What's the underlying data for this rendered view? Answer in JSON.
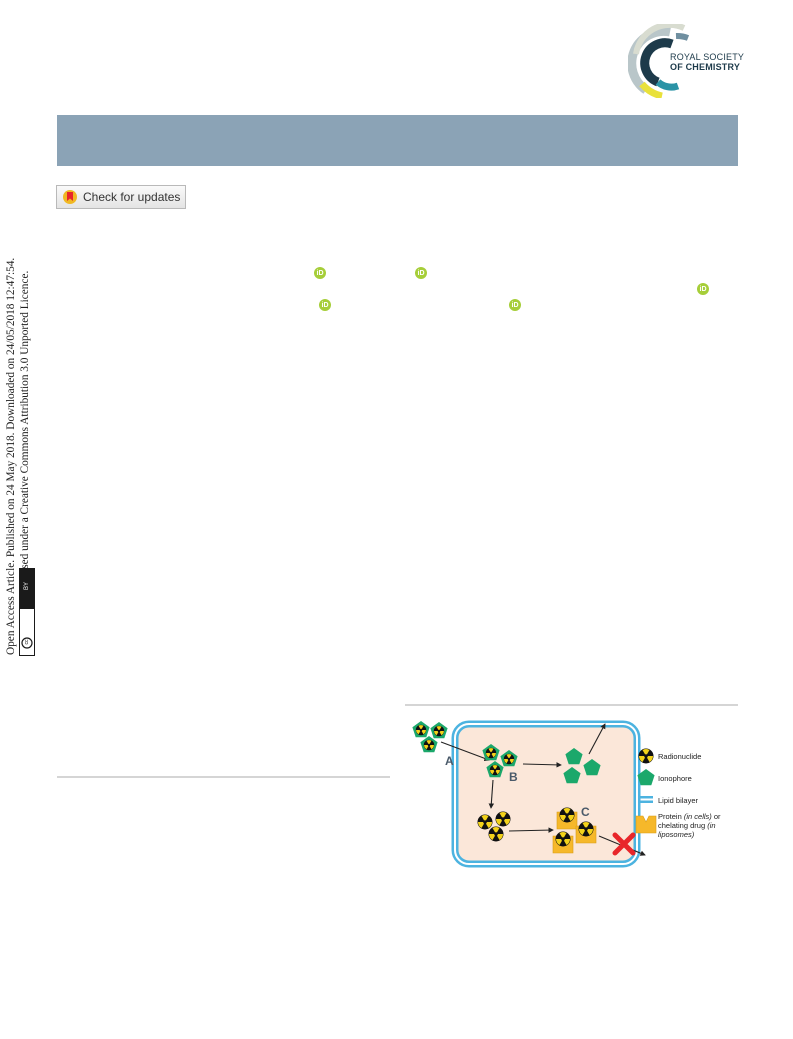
{
  "publisher": {
    "logo_line1": "ROYAL SOCIETY",
    "logo_line2": "OF CHEMISTRY",
    "brand_colors": [
      "#1d3a4a",
      "#6f8fa0",
      "#b9c6c9",
      "#e9e13b",
      "#2a93a6"
    ]
  },
  "check_updates": {
    "label": "Check for updates",
    "icon": "bookmark-icon"
  },
  "side_text": {
    "line1": "Open Access Article. Published on 24 May 2018. Downloaded on 24/05/2018 12:47:54.",
    "line2": "This article is licensed under a Creative Commons Attribution 3.0 Unported Licence.",
    "badge_cc": "cc",
    "badge_by": "BY"
  },
  "orcid_label": "iD",
  "figure": {
    "labels": {
      "a": "A",
      "b": "B",
      "c": "C"
    },
    "legend": {
      "radionuclide": "Radionuclide",
      "ionophore": "Ionophore",
      "lipid_bilayer": "Lipid bilayer",
      "protein_line1": "Protein",
      "protein_line1_italic": "(in cells)",
      "protein_line1_tail": "or",
      "protein_line2": "chelating drug",
      "protein_line2_italic": "(in",
      "protein_line3_italic": "liposomes)"
    },
    "colors": {
      "cell_fill": "#fbe7d9",
      "membrane": "#4cb3e0",
      "ionophore": "#1ba86b",
      "chelator": "#f6b82a",
      "block": "#e8262a"
    }
  }
}
